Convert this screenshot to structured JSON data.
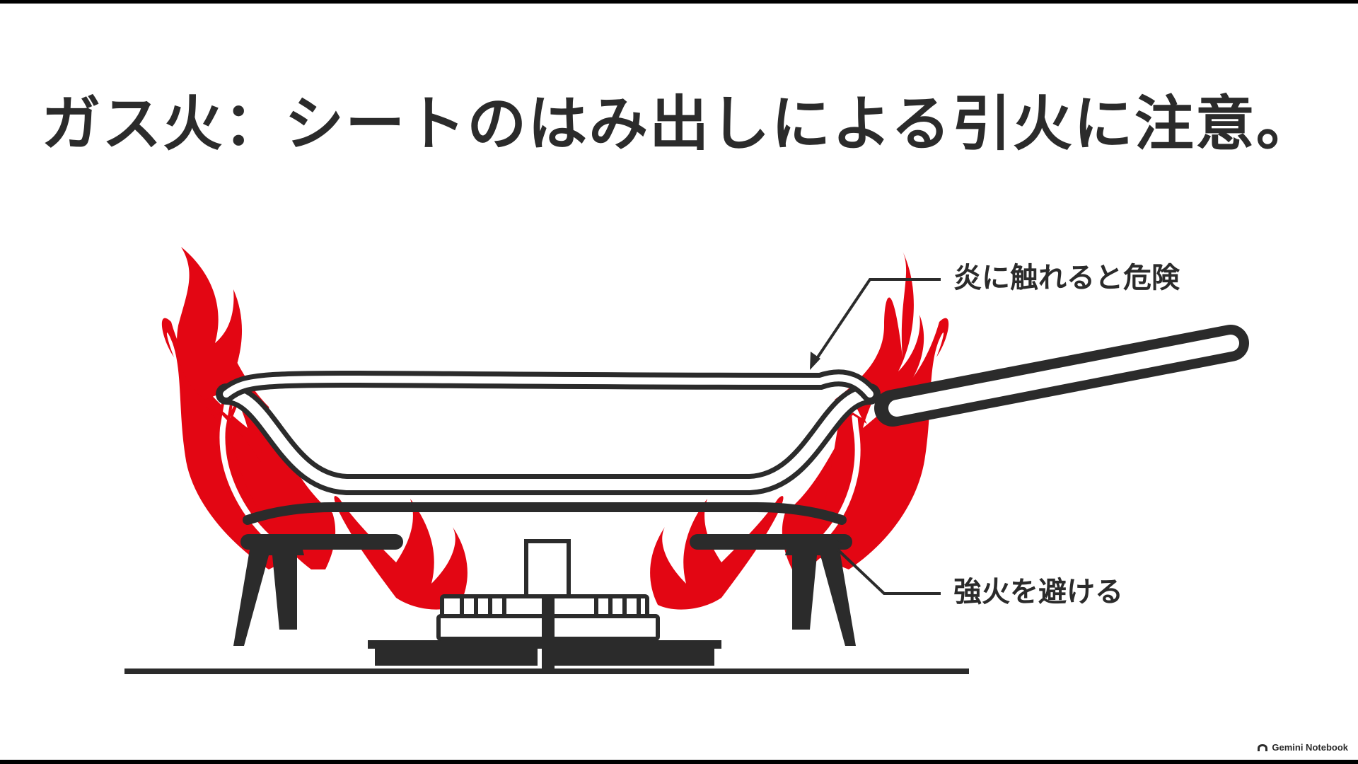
{
  "title": "ガス火：シートのはみ出しによる引火に注意。",
  "callouts": {
    "top": "炎に触れると危険",
    "bottom": "強火を避ける"
  },
  "brand": {
    "label": "Gemini Notebook",
    "icon": "notebook-arch-icon"
  },
  "colors": {
    "ink": "#2b2b2b",
    "flame": "#e30613",
    "background": "#ffffff",
    "frame": "#000000"
  }
}
